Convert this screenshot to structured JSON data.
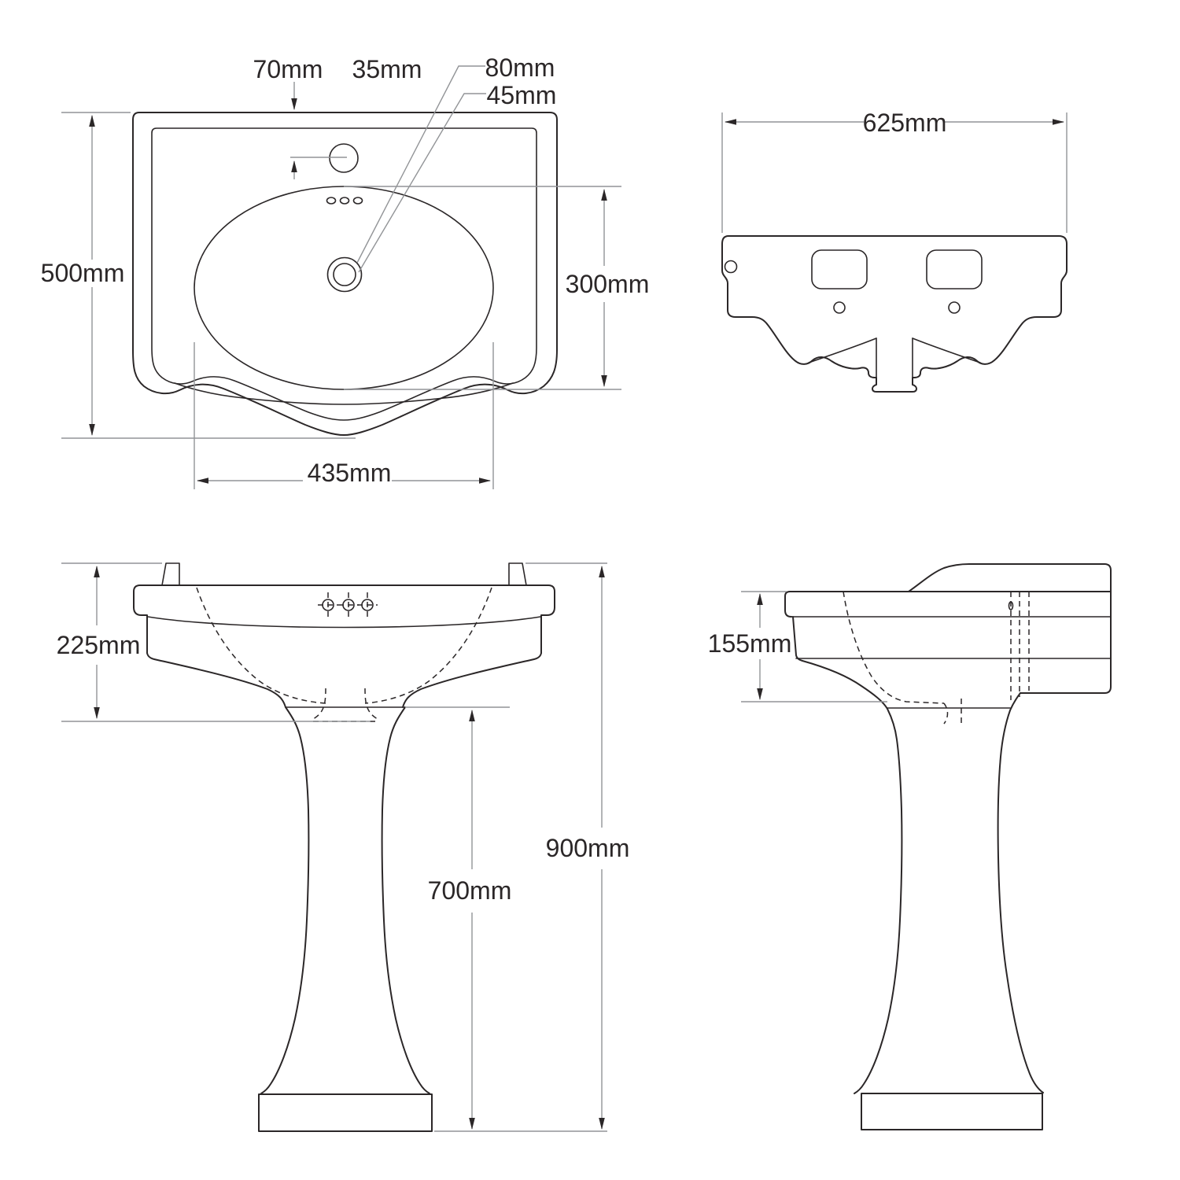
{
  "document": {
    "kind": "technical-dimension-drawing",
    "subject": "pedestal wash basin",
    "unit": "mm",
    "colors": {
      "object_line": "#2b2728",
      "dimension_line": "#929497",
      "background": "#ffffff"
    }
  },
  "views": {
    "top": {
      "name": "plan-view",
      "labels": {
        "rim_offset": "70mm",
        "tap_hole": "35mm",
        "waste_outer": "80mm",
        "waste_inner": "45mm",
        "overall_depth": "500mm",
        "bowl_depth": "300mm",
        "bowl_width": "435mm"
      }
    },
    "rear": {
      "name": "rear-view",
      "labels": {
        "overall_width": "625mm"
      }
    },
    "front": {
      "name": "front-view",
      "labels": {
        "basin_height": "225mm",
        "pedestal_height": "700mm",
        "overall_height": "900mm"
      }
    },
    "side": {
      "name": "side-view",
      "labels": {
        "rim_thickness": "155mm"
      }
    }
  }
}
